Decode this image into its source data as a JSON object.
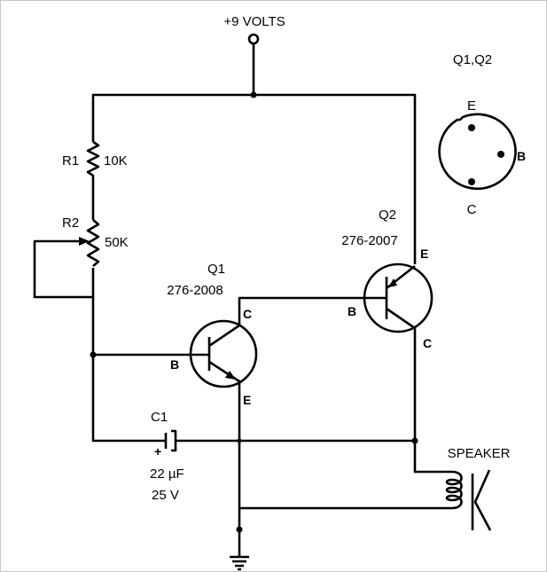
{
  "supply": {
    "label": "+9 VOLTS"
  },
  "r1": {
    "name": "R1",
    "value": "10K"
  },
  "r2": {
    "name": "R2",
    "value": "50K"
  },
  "q1": {
    "name": "Q1",
    "part": "276-2008",
    "c": "C",
    "b": "B",
    "e": "E"
  },
  "q2": {
    "name": "Q2",
    "part": "276-2007",
    "c": "C",
    "b": "B",
    "e": "E"
  },
  "c1": {
    "name": "C1",
    "polarity": "+",
    "capacitance": "22 µF",
    "voltage": "25 V"
  },
  "speaker": {
    "label": "SPEAKER"
  },
  "pinout": {
    "title": "Q1,Q2",
    "e": "E",
    "b": "B",
    "c": "C"
  }
}
